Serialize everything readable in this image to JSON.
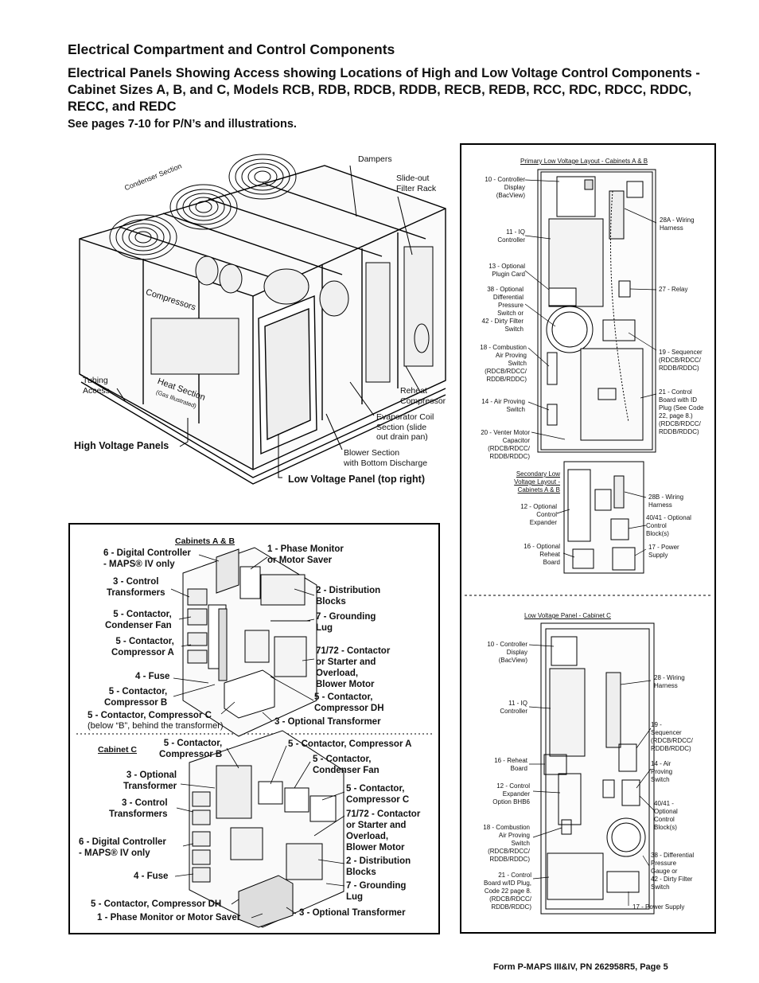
{
  "header": {
    "title": "Electrical Compartment and Control Components",
    "subtitle": "Electrical Panels Showing Access showing Locations of High and Low Voltage Control Components - Cabinet Sizes A, B, and C, Models RCB, RDB, RDCB, RDDB, RECB, REDB, RCC, RDC, RDCC, RDDC, RECC, and REDC",
    "note": "See pages 7-10 for P/N’s and illustrations."
  },
  "unit_figure": {
    "condenser": "Condenser Section",
    "compressors": "Compressors",
    "heat": "Heat Section",
    "gas": "(Gas Illustrated)",
    "dampers": "Dampers",
    "filter": "Slide-out\nFilter Rack",
    "tubing": "Tubing\nAccess",
    "reheat": "Reheat\nCompressor",
    "evap": "Evaporator Coil\nSection (slide\nout drain pan)",
    "blower": "Blower Section\nwith Bottom Discharge",
    "hv_panels": "High Voltage Panels",
    "lv_panel": "Low Voltage Panel (top right)"
  },
  "hv_box": {
    "cab_ab": "Cabinets A & B",
    "ab_6": "6 - Digital Controller\n- MAPS® IV only",
    "ab_1": "1 - Phase Monitor\nor Motor Saver",
    "ab_3": "3 - Control\nTransformers",
    "ab_2": "2 - Distribution\nBlocks",
    "ab_5a": "5 - Contactor,\nCondenser Fan",
    "ab_7": "7 - Grounding\nLug",
    "ab_5b": "5 - Contactor,\nCompressor A",
    "ab_71": "71/72 - Contactor\nor Starter and\nOverload,\nBlower Motor",
    "ab_4": "4 - Fuse",
    "ab_5c": "5 - Contactor,\nCompressor B",
    "ab_5dh": "5 - Contactor,\nCompressor DH",
    "ab_5cc": "5 - Contactor, Compressor C",
    "ab_below": "(below “B”, behind the transformer)",
    "ab_3opt": "3 - Optional Transformer",
    "cab_c": "Cabinet C",
    "c_5b": "5 - Contactor,\nCompressor B",
    "c_5a": "5 - Contactor, Compressor A",
    "c_5fan": "5 - Contactor,\nCondenser Fan",
    "c_3opt_t": "3 - Optional\nTransformer",
    "c_5c": "5 - Contactor,\nCompressor C",
    "c_3ct": "3 - Control\nTransformers",
    "c_71": "71/72 - Contactor\nor Starter and\nOverload,\nBlower Motor",
    "c_6": "6 - Digital Controller\n- MAPS® IV only",
    "c_2": "2 - Distribution\nBlocks",
    "c_4": "4 - Fuse",
    "c_7": "7 - Grounding\nLug",
    "c_5dh": "5 - Contactor, Compressor DH",
    "c_1": "1 - Phase Monitor or Motor Saver",
    "c_3opt": "3 - Optional Transformer"
  },
  "lv_box": {
    "primary_title": "Primary Low Voltage Layout - Cabinets A & B",
    "p10": "10 - Controller\nDisplay\n(BacView)",
    "p11": "11 - IQ\nController",
    "p13": "13 - Optional\nPlugin Card",
    "p38": "38 - Optional\nDifferential\nPressure\nSwitch or\n42 - Dirty Filter\nSwitch",
    "p18": "18 - Combustion\nAir Proving\nSwitch\n(RDCB/RDCC/\nRDDB/RDDC)",
    "p14": "14 - Air Proving\nSwitch",
    "p20": "20 - Venter Motor\nCapacitor\n(RDCB/RDCC/\nRDDB/RDDC)",
    "p28a": "28A - Wiring\nHarness",
    "p27": "27 - Relay",
    "p19": "19 - Sequencer\n(RDCB/RDCC/\nRDDB/RDDC)",
    "p21": "21 - Control\nBoard with ID\nPlug (See Code\n22, page 8.)\n(RDCB/RDCC/\nRDDB/RDDC)",
    "secondary_title": "Secondary Low\nVoltage Layout -\nCabinets A & B",
    "s12": "12 - Optional\nControl\nExpander",
    "s16": "16 - Optional\nReheat\nBoard",
    "s28b": "28B - Wiring\nHarness",
    "s40": "40/41 - Optional\nControl\nBlock(s)",
    "s17": "17 - Power\nSupply",
    "c_title": "Low Voltage Panel - Cabinet C",
    "c10": "10 - Controller\nDisplay\n(BacView)",
    "c11": "11 - IQ\nController",
    "c16": "16 - Reheat\nBoard",
    "c12": "12 - Control\nExpander\nOption BHB6",
    "c18": "18 - Combustion\nAir Proving\nSwitch\n(RDCB/RDCC/\nRDDB/RDDC)",
    "c21": "21 - Control\nBoard w/ID Plug,\nCode 22 page 8.\n(RDCB/RDCC/\nRDDB/RDDC)",
    "c28": "28 - Wiring\nHarness",
    "c19": "19 -\nSequencer\n(RDCB/RDCC/\nRDDB/RDDC)",
    "c14": "14 - Air\nProving\nSwitch",
    "c40": "40/41 -\nOptional\nControl\nBlock(s)",
    "c38": "38 - Differential\nPressure\nGauge or\n42 - Dirty Filter\nSwitch",
    "c17": "17 - Power Supply"
  },
  "footer": "Form P-MAPS III&IV, PN 262958R5, Page 5"
}
